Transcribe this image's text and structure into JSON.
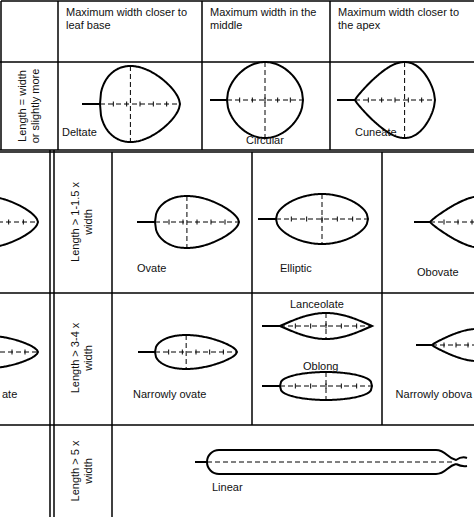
{
  "diagram": {
    "labels": [
      "Maximum width closer to leaf base",
      "Maximum width in the middle",
      "Maximum width closer to the apex",
      "Length = width or slightly more",
      "Deltate",
      "Circular",
      "Cuneate",
      "Length > 1-1.5 x width",
      "Ovate",
      "Elliptic",
      "Obovate",
      "Length > 3-4 x width",
      "ate",
      "Narrowly ovate",
      "Lanceolate",
      "Oblong",
      "Narrowly obova",
      "Length > 5 x width",
      "Linear"
    ]
  }
}
